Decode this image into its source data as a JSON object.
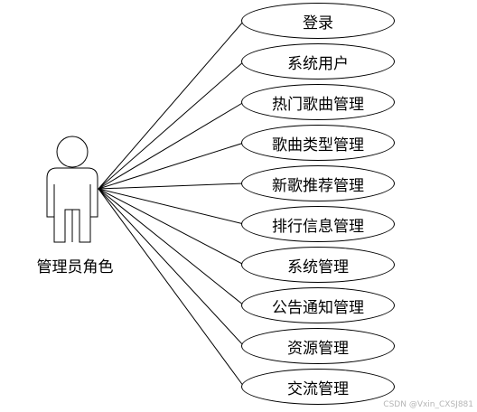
{
  "actor": {
    "label": "管理员角色"
  },
  "use_cases": [
    {
      "label": "登录"
    },
    {
      "label": "系统用户"
    },
    {
      "label": "热门歌曲管理"
    },
    {
      "label": "歌曲类型管理"
    },
    {
      "label": "新歌推荐管理"
    },
    {
      "label": "排行信息管理"
    },
    {
      "label": "系统管理"
    },
    {
      "label": "公告通知管理"
    },
    {
      "label": "资源管理"
    },
    {
      "label": "交流管理"
    }
  ],
  "watermark": "CSDN @Vxin_CXSJ881",
  "colors": {
    "stroke": "#000000",
    "fill": "#ffffff",
    "watermark": "#b5b5b5"
  }
}
